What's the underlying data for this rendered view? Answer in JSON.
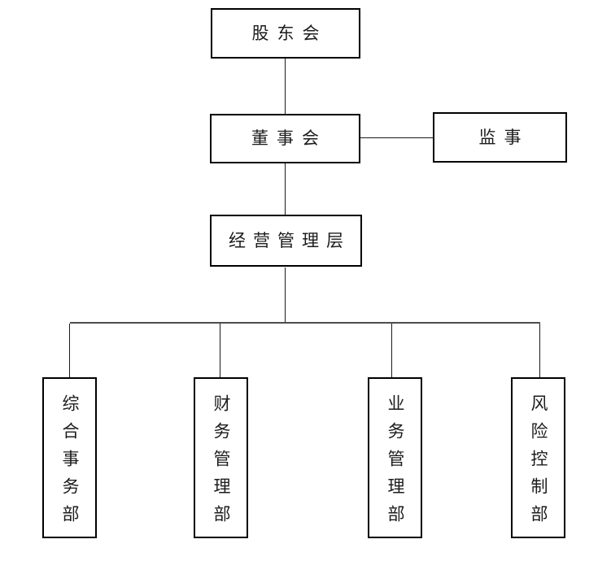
{
  "diagram": {
    "type": "org-chart",
    "nodes": {
      "shareholders": {
        "label": "股东会"
      },
      "board": {
        "label": "董事会"
      },
      "supervisor": {
        "label": "监事"
      },
      "management": {
        "label": "经营管理层"
      },
      "dept_general_affairs": {
        "label": "综合事务部"
      },
      "dept_finance": {
        "label": "财务管理部"
      },
      "dept_business": {
        "label": "业务管理部"
      },
      "dept_risk_control": {
        "label": "风险控制部"
      }
    },
    "edges": [
      {
        "from": "股东会",
        "to": "董事会"
      },
      {
        "from": "董事会",
        "to": "监事"
      },
      {
        "from": "董事会",
        "to": "经营管理层"
      },
      {
        "from": "经营管理层",
        "to": "综合事务部"
      },
      {
        "from": "经营管理层",
        "to": "财务管理部"
      },
      {
        "from": "经营管理层",
        "to": "业务管理部"
      },
      {
        "from": "经营管理层",
        "to": "风险控制部"
      }
    ],
    "colors": {
      "background": "#ffffff",
      "box_border": "#000000",
      "connector_line": "#1a1a1a",
      "branch_line": "#4d4d4d",
      "text": "#1c1c1c"
    }
  }
}
